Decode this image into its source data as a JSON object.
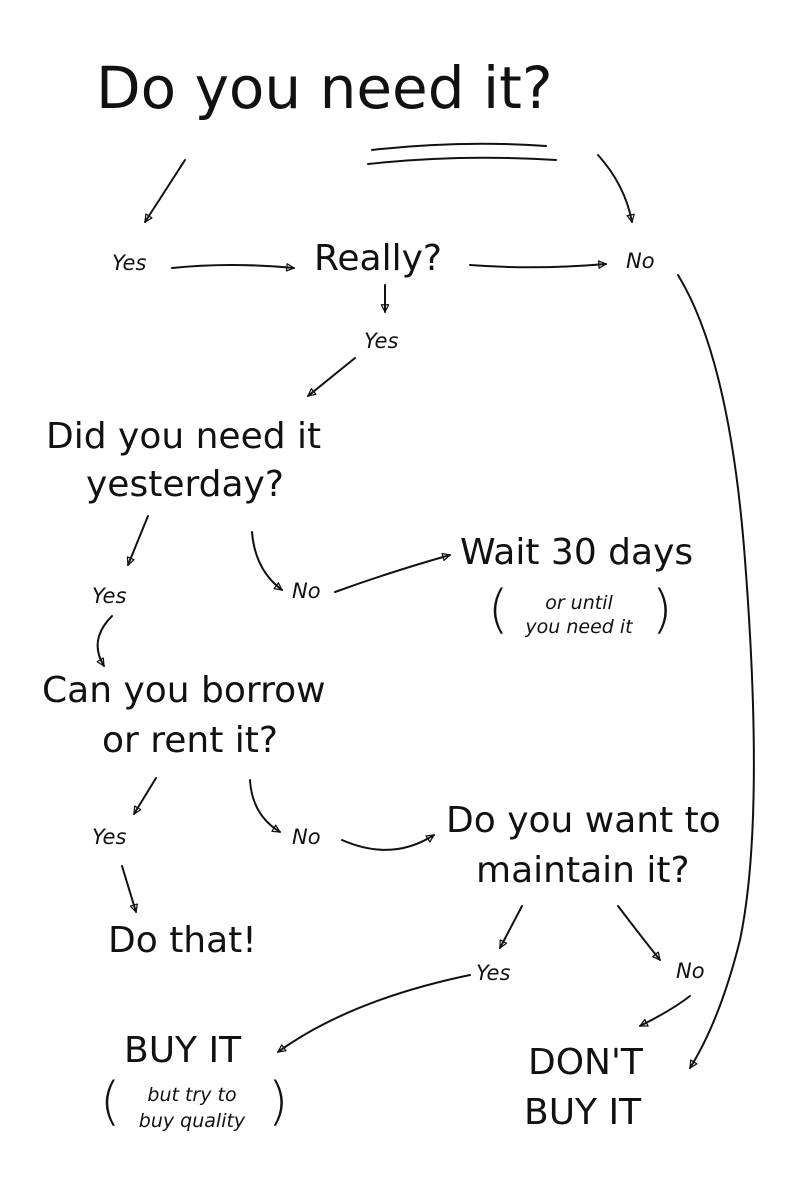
{
  "title": {
    "prefix": "Do you ",
    "emphasis": "need",
    "suffix": " it?"
  },
  "nodes": {
    "yes_top": "Yes",
    "really": "Really?",
    "no_top": "No",
    "yes_really": "Yes",
    "did_you_need_line1": "Did you need it",
    "did_you_need_line2": "yesterday?",
    "yes_yesterday": "Yes",
    "no_yesterday": "No",
    "wait_30": "Wait 30 days",
    "wait_note_line1": "or until",
    "wait_note_line2": "you need it",
    "borrow_line1": "Can you borrow",
    "borrow_line2": "or rent it?",
    "yes_borrow": "Yes",
    "no_borrow": "No",
    "maintain_line1": "Do you want to",
    "maintain_line2": "maintain it?",
    "do_that": "Do that!",
    "yes_maintain": "Yes",
    "no_maintain": "No",
    "buy_it": "BUY IT",
    "buy_note_line1": "but try to",
    "buy_note_line2": "buy quality",
    "dont_line1": "DON'T",
    "dont_line2": "BUY IT"
  },
  "colors": {
    "ink": "#111111",
    "background": "#ffffff"
  }
}
